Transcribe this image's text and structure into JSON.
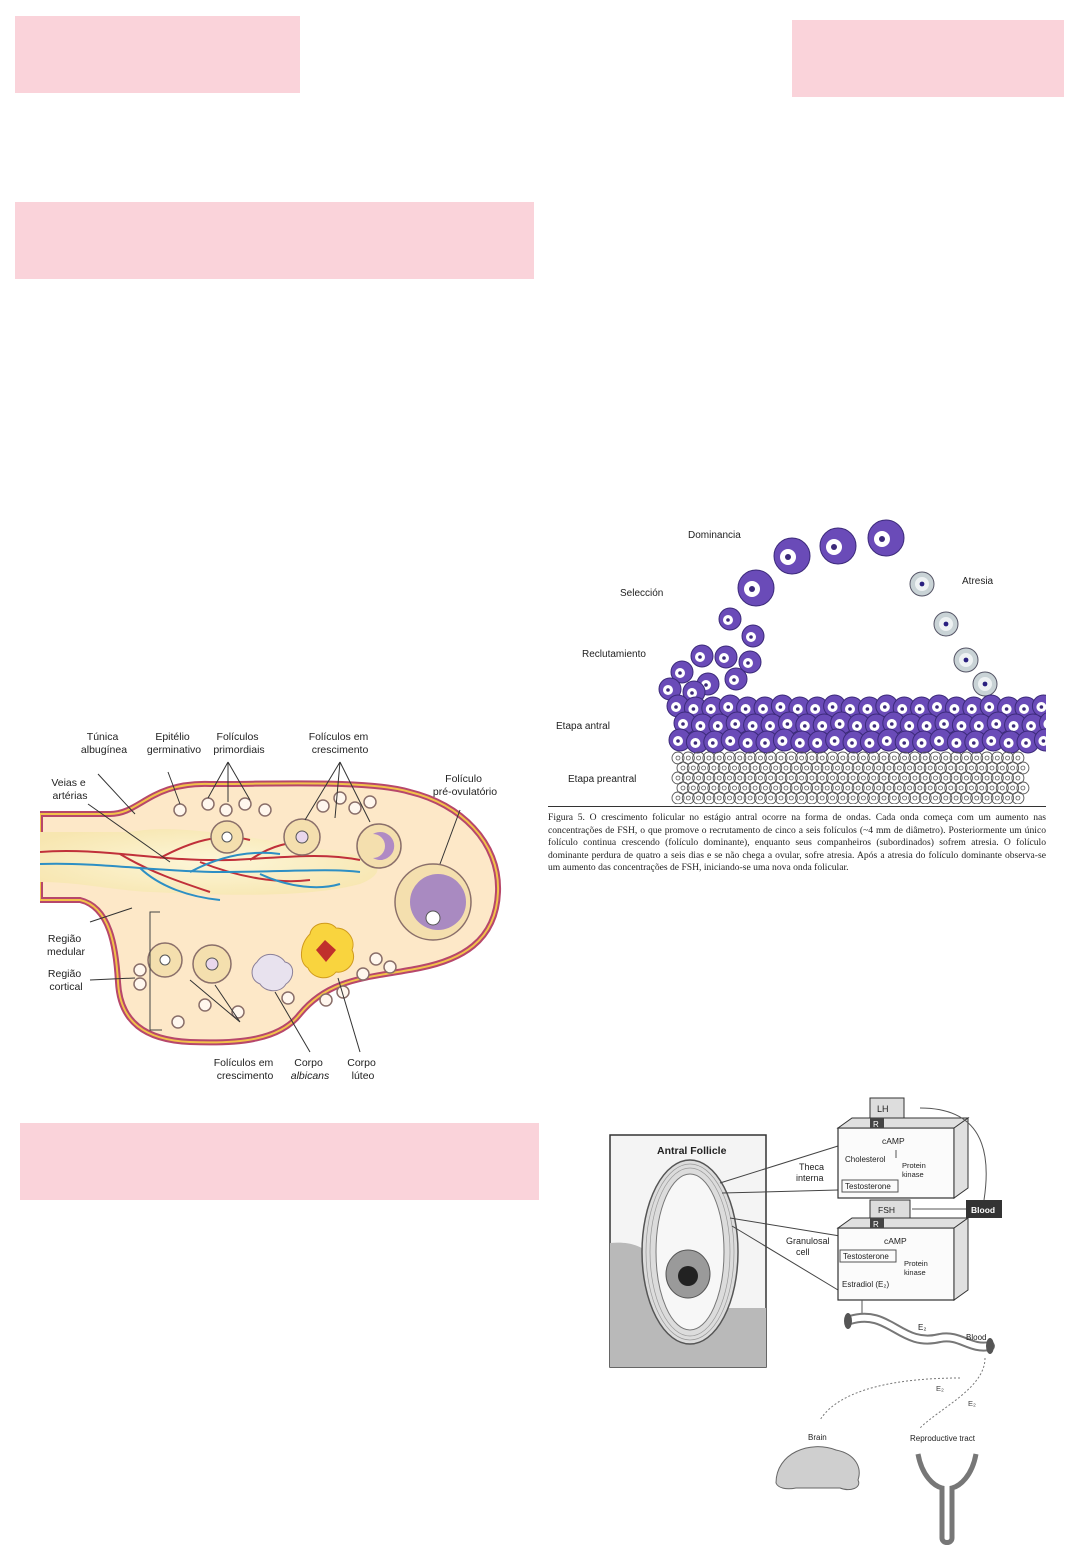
{
  "figure_ovary": {
    "labels": {
      "tunica": [
        "Túnica",
        "albugínea"
      ],
      "epitelio": [
        "Epitélio",
        "germinativo"
      ],
      "primordiais": [
        "Folículos",
        "primordiais"
      ],
      "crescimento_top": [
        "Folículos em",
        "crescimento"
      ],
      "preovulatorio": [
        "Folículo",
        "pré-ovulatório"
      ],
      "veias": [
        "Veias e",
        "artérias"
      ],
      "medular": [
        "Região",
        "medular"
      ],
      "cortical": [
        "Região",
        "cortical"
      ],
      "crescimento_bottom": [
        "Folículos em",
        "crescimento"
      ],
      "albicans": [
        "Corpo",
        "albicans"
      ],
      "luteo": [
        "Corpo",
        "lúteo"
      ]
    }
  },
  "figure_waves": {
    "labels": {
      "dominancia": "Dominancia",
      "seleccion": "Selección",
      "reclutamiento": "Reclutamiento",
      "atresia": "Atresia",
      "antral": "Etapa antral",
      "preantral": "Etapa preantral"
    },
    "caption": "Figura 5. O crescimento folicular no estágio antral ocorre na forma de ondas. Cada onda começa com um aumento nas concentrações de FSH, o que promove o recrutamento de cinco a seis folículos (~4 mm de diâmetro). Posteriormente um único folículo continua crescendo (folículo dominante), enquanto seus companheiros (subordinados) sofrem atresia. O folículo dominante perdura de quatro a seis dias e se não chega a ovular, sofre atresia. Após a atresia do folículo dominante observa-se um aumento das concentrações de FSH, iniciando-se uma nova onda folicular."
  },
  "figure_antral": {
    "labels": {
      "title": "Antral Follicle",
      "lh": "LH",
      "r1": "R",
      "camp1": "cAMP",
      "cholesterol": "Cholesterol",
      "protein1": [
        "Protein",
        "kinase"
      ],
      "testosterone1": "Testosterone",
      "theca": [
        "Theca",
        "interna"
      ],
      "fsh": "FSH",
      "r2": "R",
      "blood_box": "Blood",
      "granulosal": [
        "Granulosal",
        "cell"
      ],
      "camp2": "cAMP",
      "testosterone2": "Testosterone",
      "protein2": [
        "Protein",
        "kinase"
      ],
      "estradiol": "Estradiol (E₂)",
      "e2": "E₂",
      "blood_vessel": "Blood",
      "brain": "Brain",
      "tract": "Reproductive tract"
    }
  }
}
